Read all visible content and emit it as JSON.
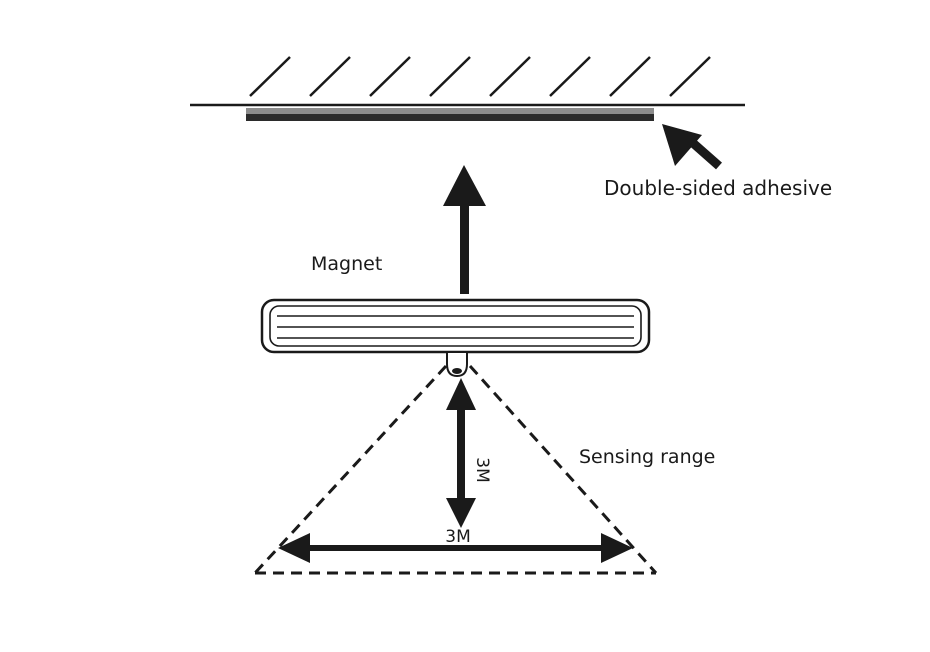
{
  "labels": {
    "adhesive": "Double-sided adhesive",
    "magnet": "Magnet",
    "sensing_range": "Sensing range",
    "vertical_range": "3M",
    "horizontal_range": "3M"
  },
  "colors": {
    "line": "#1a1a1a",
    "adhesive_strip": "#8c8c8c",
    "background": "#ffffff"
  }
}
